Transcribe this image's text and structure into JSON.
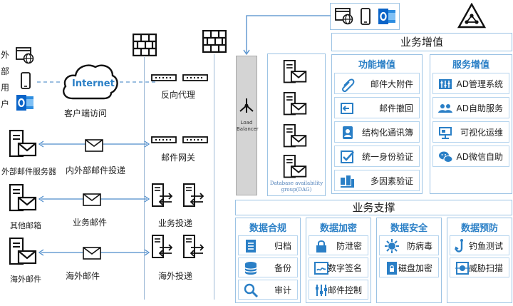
{
  "left": {
    "external_user": "外部用户",
    "internet": "Internet",
    "client_access": "客户端访问",
    "reverse_proxy": "反向代理",
    "mail_gateway": "邮件网关",
    "external_mail_server": "外部邮件服务器",
    "internal_external_delivery": "内外部邮件投递",
    "other_mailbox": "其他邮箱",
    "business_mail": "业务邮件",
    "business_delivery": "业务投递",
    "overseas_mail_left": "海外邮件",
    "overseas_mail": "海外邮件",
    "overseas_delivery": "海外投递"
  },
  "center": {
    "load_balancer": "Load Balancer",
    "dag": "Database availability group(DAG)"
  },
  "value_add": {
    "header": "业务增值",
    "functional": {
      "title": "功能增值",
      "items": [
        {
          "label": "邮件大附件",
          "icon": "paperclip-icon"
        },
        {
          "label": "邮件撤回",
          "icon": "recall-icon"
        },
        {
          "label": "结构化通讯簿",
          "icon": "contact-book-icon"
        },
        {
          "label": "统一身份验证",
          "icon": "check-icon"
        },
        {
          "label": "多因素验证",
          "icon": "multi-factor-icon"
        }
      ]
    },
    "service": {
      "title": "服务增值",
      "items": [
        {
          "label": "AD管理系统",
          "icon": "sliders-icon"
        },
        {
          "label": "AD自助服务",
          "icon": "users-icon"
        },
        {
          "label": "可视化运维",
          "icon": "monitor-icon"
        },
        {
          "label": "AD微信自助",
          "icon": "wechat-icon"
        }
      ]
    }
  },
  "support": {
    "header": "业务支撑",
    "groups": [
      {
        "title": "数据合规",
        "items": [
          {
            "label": "归档",
            "icon": "archive-icon"
          },
          {
            "label": "备份",
            "icon": "database-icon"
          },
          {
            "label": "审计",
            "icon": "magnifier-icon"
          }
        ]
      },
      {
        "title": "数据加密",
        "items": [
          {
            "label": "防泄密",
            "icon": "lock-icon"
          },
          {
            "label": "数字签名",
            "icon": "signature-icon"
          },
          {
            "label": "邮件控制",
            "icon": "controls-icon"
          }
        ]
      },
      {
        "title": "数据安全",
        "items": [
          {
            "label": "防病毒",
            "icon": "virus-icon"
          },
          {
            "label": "磁盘加密",
            "icon": "disk-lock-icon"
          }
        ]
      },
      {
        "title": "数据预防",
        "items": [
          {
            "label": "钓鱼测试",
            "icon": "hook-icon"
          },
          {
            "label": "威胁扫描",
            "icon": "scan-icon"
          }
        ]
      }
    ]
  },
  "colors": {
    "accent": "#2a7fc6",
    "border": "#9cc3e4",
    "outlook": "#0a64c8"
  }
}
